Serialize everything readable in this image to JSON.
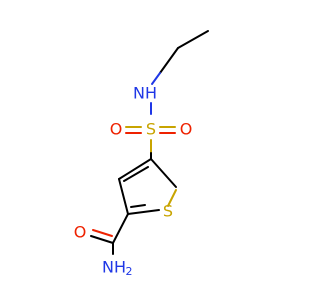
{
  "molecule": {
    "atoms": {
      "nh_top": "NH",
      "s_sulfonyl": "S",
      "o_left": "O",
      "o_right": "O",
      "s_ring": "S",
      "o_amide": "O",
      "n_amide": "NH",
      "h2_sub": "2"
    },
    "colors": {
      "nitrogen": "#1f37e6",
      "oxygen": "#ee2200",
      "sulfur": "#c8a400",
      "carbon_bond": "#000000",
      "background": "#ffffff"
    }
  }
}
